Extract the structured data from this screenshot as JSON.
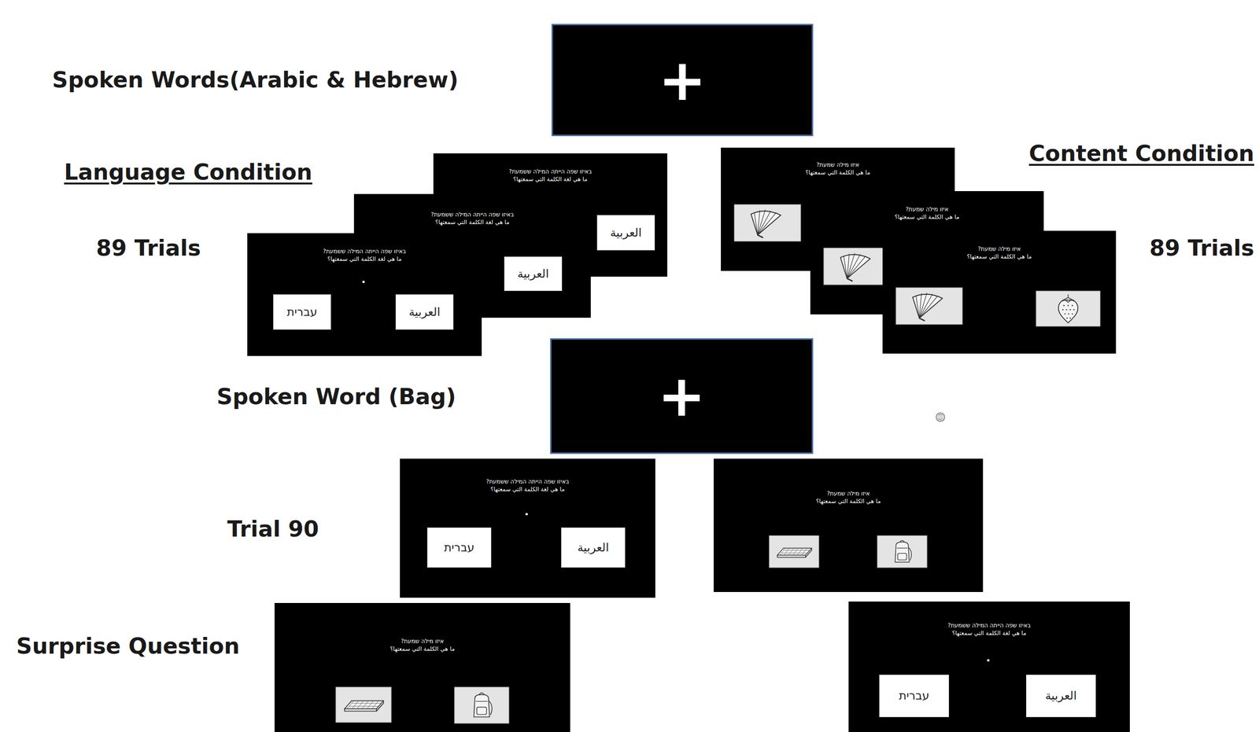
{
  "diagram": {
    "nodes": [
      {
        "text": [
          "+"
        ]
      },
      {
        "text": [
          "באיזו שפה הייתה המילה ששמעת?",
          "ما هي لغة الكلمة التي سمعتها؟"
        ]
      },
      {
        "text": [
          "العربية"
        ],
        "in": 1
      },
      {
        "text": [
          "באיזו שפה הייתה המילה ששמעת?",
          "ما هي لغة الكلمة التي سمعتها؟"
        ]
      },
      {
        "text": [
          "العربية"
        ],
        "in": 3
      },
      {
        "text": [
          "באיזו שפה הייתה המילה ששמעת?",
          "ما هي لغة الكلمة التي سمعتها؟"
        ]
      },
      {
        "text": [
          "עברית"
        ],
        "in": 5
      },
      {
        "text": [
          "العربية"
        ],
        "in": 5
      },
      {
        "text": [
          "איזו מילה שמעת?",
          "ما هي الكلمة التي سمعتها؟"
        ]
      },
      {
        "text": [
          "איזו מילה שמעת?",
          "ما هي الكلمة التي سمعتها؟"
        ]
      },
      {
        "text": [
          "איזו מילה שמעת?",
          "ما هي الكلمة التي سمعتها؟"
        ]
      },
      {
        "text": [
          "+"
        ]
      },
      {
        "text": [
          "באיזו שפה הייתה המילה ששמעת?",
          "ما هي لغة الكلمة التي سمعتها؟"
        ]
      },
      {
        "text": [
          "עברית"
        ],
        "in": 12
      },
      {
        "text": [
          "العربية"
        ],
        "in": 12
      },
      {
        "text": [
          "איזו מילה שמעת?",
          "ما هي الكلمة التي سمعتها؟"
        ]
      },
      {
        "text": [
          "איזו מילה שמעת?",
          "ما هي الكلمة التي سمعتها؟"
        ]
      },
      {
        "text": [
          "באיזו שפה הייתה המילה ששמעת?",
          "ما هي لغة الكلمة التي سمعتها؟"
        ]
      },
      {
        "text": [
          "עברית"
        ],
        "in": 17
      },
      {
        "text": [
          "العربية"
        ],
        "in": 17
      }
    ],
    "labels": [
      "Spoken Words(Arabic & Hebrew)",
      "Language Condition",
      "Content Condition",
      "89 Trials",
      "89 Trials",
      "Spoken Word (Bag)",
      "Trial 90",
      "Surprise Question"
    ]
  }
}
